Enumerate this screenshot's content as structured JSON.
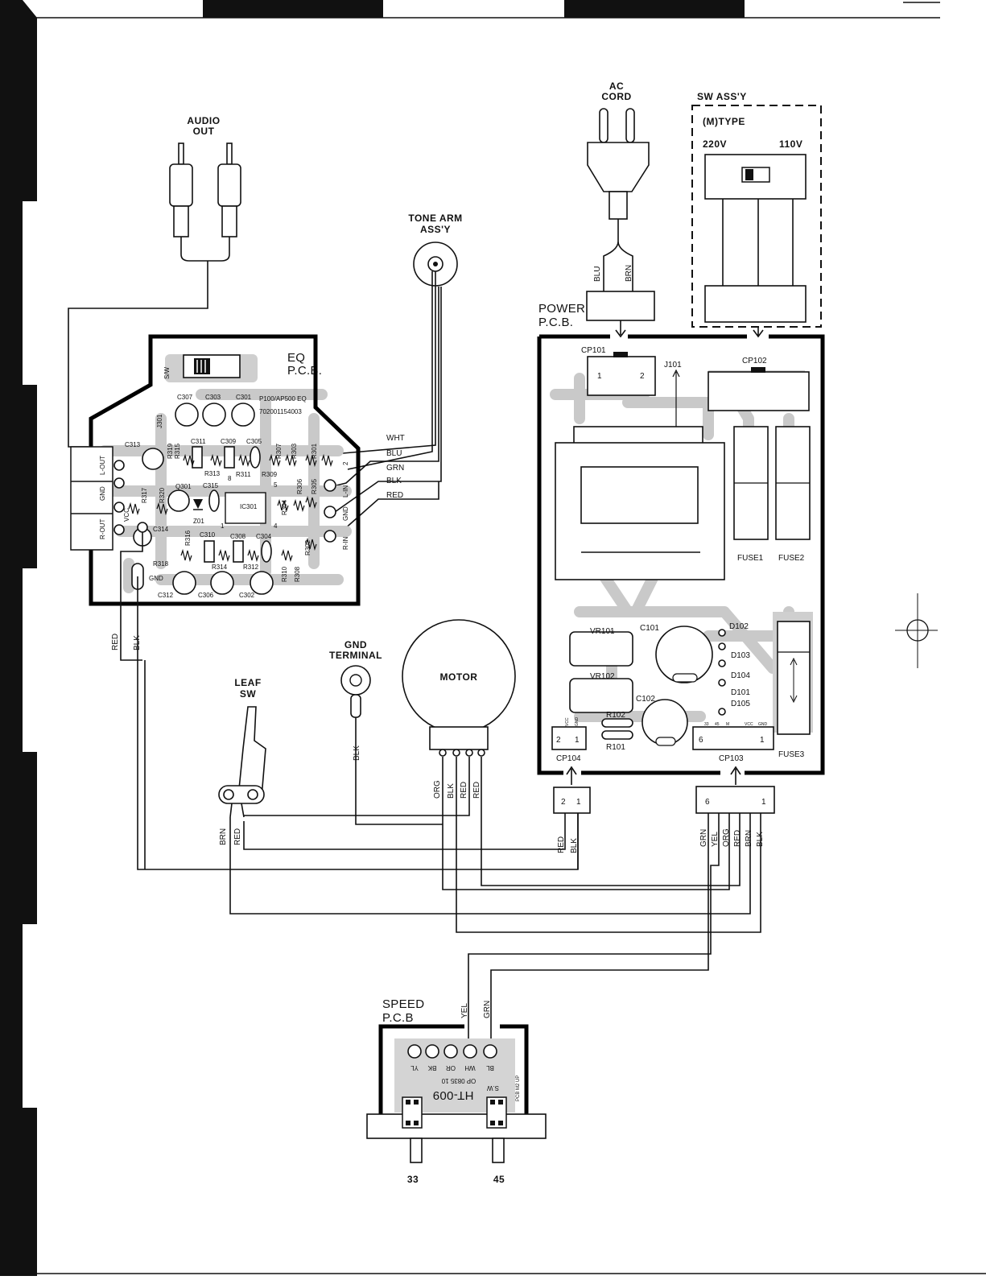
{
  "labels": {
    "audio_out": [
      "AUDIO",
      "OUT"
    ],
    "tone_arm": [
      "TONE ARM",
      "ASS'Y"
    ],
    "ac_cord": [
      "AC",
      "CORD"
    ],
    "sw_assy": "SW ASS'Y",
    "m_type": "(M)TYPE",
    "v220": "220V",
    "v110": "110V",
    "power_pcb": [
      "POWER",
      "P.C.B."
    ],
    "eq_pcb": [
      "EQ",
      "P.C.B."
    ],
    "gnd_terminal": [
      "GND",
      "TERMINAL"
    ],
    "motor": "MOTOR",
    "leaf_sw": [
      "LEAF",
      "SW"
    ],
    "speed_pcb": [
      "SPEED",
      "P.C.B"
    ],
    "speed_33": "33",
    "speed_45": "45"
  },
  "eq_board": {
    "title": "P100/AP500 EQ",
    "code": "702001154003",
    "sw_mark": "S/W",
    "ic": "IC301",
    "transistor": "Q301",
    "zener": "Z01",
    "connectors": [
      "L-OUT",
      "GND",
      "R-OUT",
      "VCC",
      "L-IN",
      "GND",
      "R-IN"
    ],
    "gnd_pad": "GND",
    "caps": [
      "C307",
      "C303",
      "C301",
      "C313",
      "C311",
      "C309",
      "C305",
      "C315",
      "C314",
      "C310",
      "C308",
      "C304",
      "C312",
      "C306",
      "C302"
    ],
    "resistors": [
      "J301",
      "R319",
      "R315",
      "R313",
      "R311",
      "R309",
      "R307",
      "R303",
      "R301",
      "R317",
      "R320",
      "R306",
      "R305",
      "R304",
      "R316",
      "R314",
      "R312",
      "R310",
      "R308",
      "R302",
      "R318"
    ],
    "pin_marks": [
      "8",
      "5",
      "1",
      "4",
      "2"
    ]
  },
  "wire_labels": {
    "tonearm": [
      "WHT",
      "BLU",
      "GRN",
      "BLK",
      "RED"
    ],
    "ac": [
      "BLU",
      "BRN"
    ],
    "eq_power": [
      "RED",
      "BLK"
    ],
    "gnd": "BLK",
    "motor": [
      "ORG",
      "BLK",
      "RED",
      "RED"
    ],
    "leaf": [
      "BRN",
      "RED"
    ],
    "cp104": [
      "RED",
      "BLK"
    ],
    "cp103": [
      "GRN",
      "YEL",
      "ORG",
      "RED",
      "BRN",
      "BLK"
    ],
    "speed": [
      "YEL",
      "GRN"
    ]
  },
  "power_board": {
    "cp101": "CP101",
    "cp101_pins": [
      "1",
      "2"
    ],
    "cp102": "CP102",
    "j101": "J101",
    "fuse1": "FUSE1",
    "fuse2": "FUSE2",
    "fuse3": "FUSE3",
    "vr101": "VR101",
    "vr102": "VR102",
    "c101": "C101",
    "c102": "C102",
    "r101": "R101",
    "r102": "R102",
    "diodes": [
      "D102",
      "D103",
      "D104",
      "D101",
      "D105"
    ],
    "cp104": "CP104",
    "cp104_pins": [
      "2",
      "1"
    ],
    "cp104_tiny": [
      "VCC",
      "GND"
    ],
    "cp103": "CP103",
    "cp103_pins": [
      "6",
      "1"
    ],
    "cp103_tiny": [
      "33",
      "45",
      "M",
      "VCC",
      "GND"
    ]
  },
  "plugs": {
    "cp104_pins": [
      "2",
      "1"
    ],
    "cp103_pins": [
      "6",
      "1"
    ]
  },
  "speed_board": {
    "pads": [
      "YL",
      "BK",
      "OR",
      "WH",
      "BL"
    ],
    "code": "OP 0835 10",
    "model": "HT-009",
    "sw": "S.W",
    "maker": "PCB M2 UP"
  }
}
